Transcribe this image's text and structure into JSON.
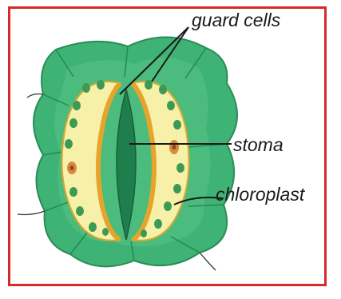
{
  "labels": {
    "guard_cells": "guard cells",
    "stoma": "stoma",
    "chloroplast": "chloroplast"
  },
  "colors": {
    "frame": "#d42a2a",
    "epidermis": "#3fb276",
    "epidermis_dark": "#238a55",
    "guard_cell": "#f6f0a8",
    "guard_outline": "#d8a832",
    "chloroplast": "#3c9a52",
    "stoma_pore": "#1f7f4c"
  }
}
